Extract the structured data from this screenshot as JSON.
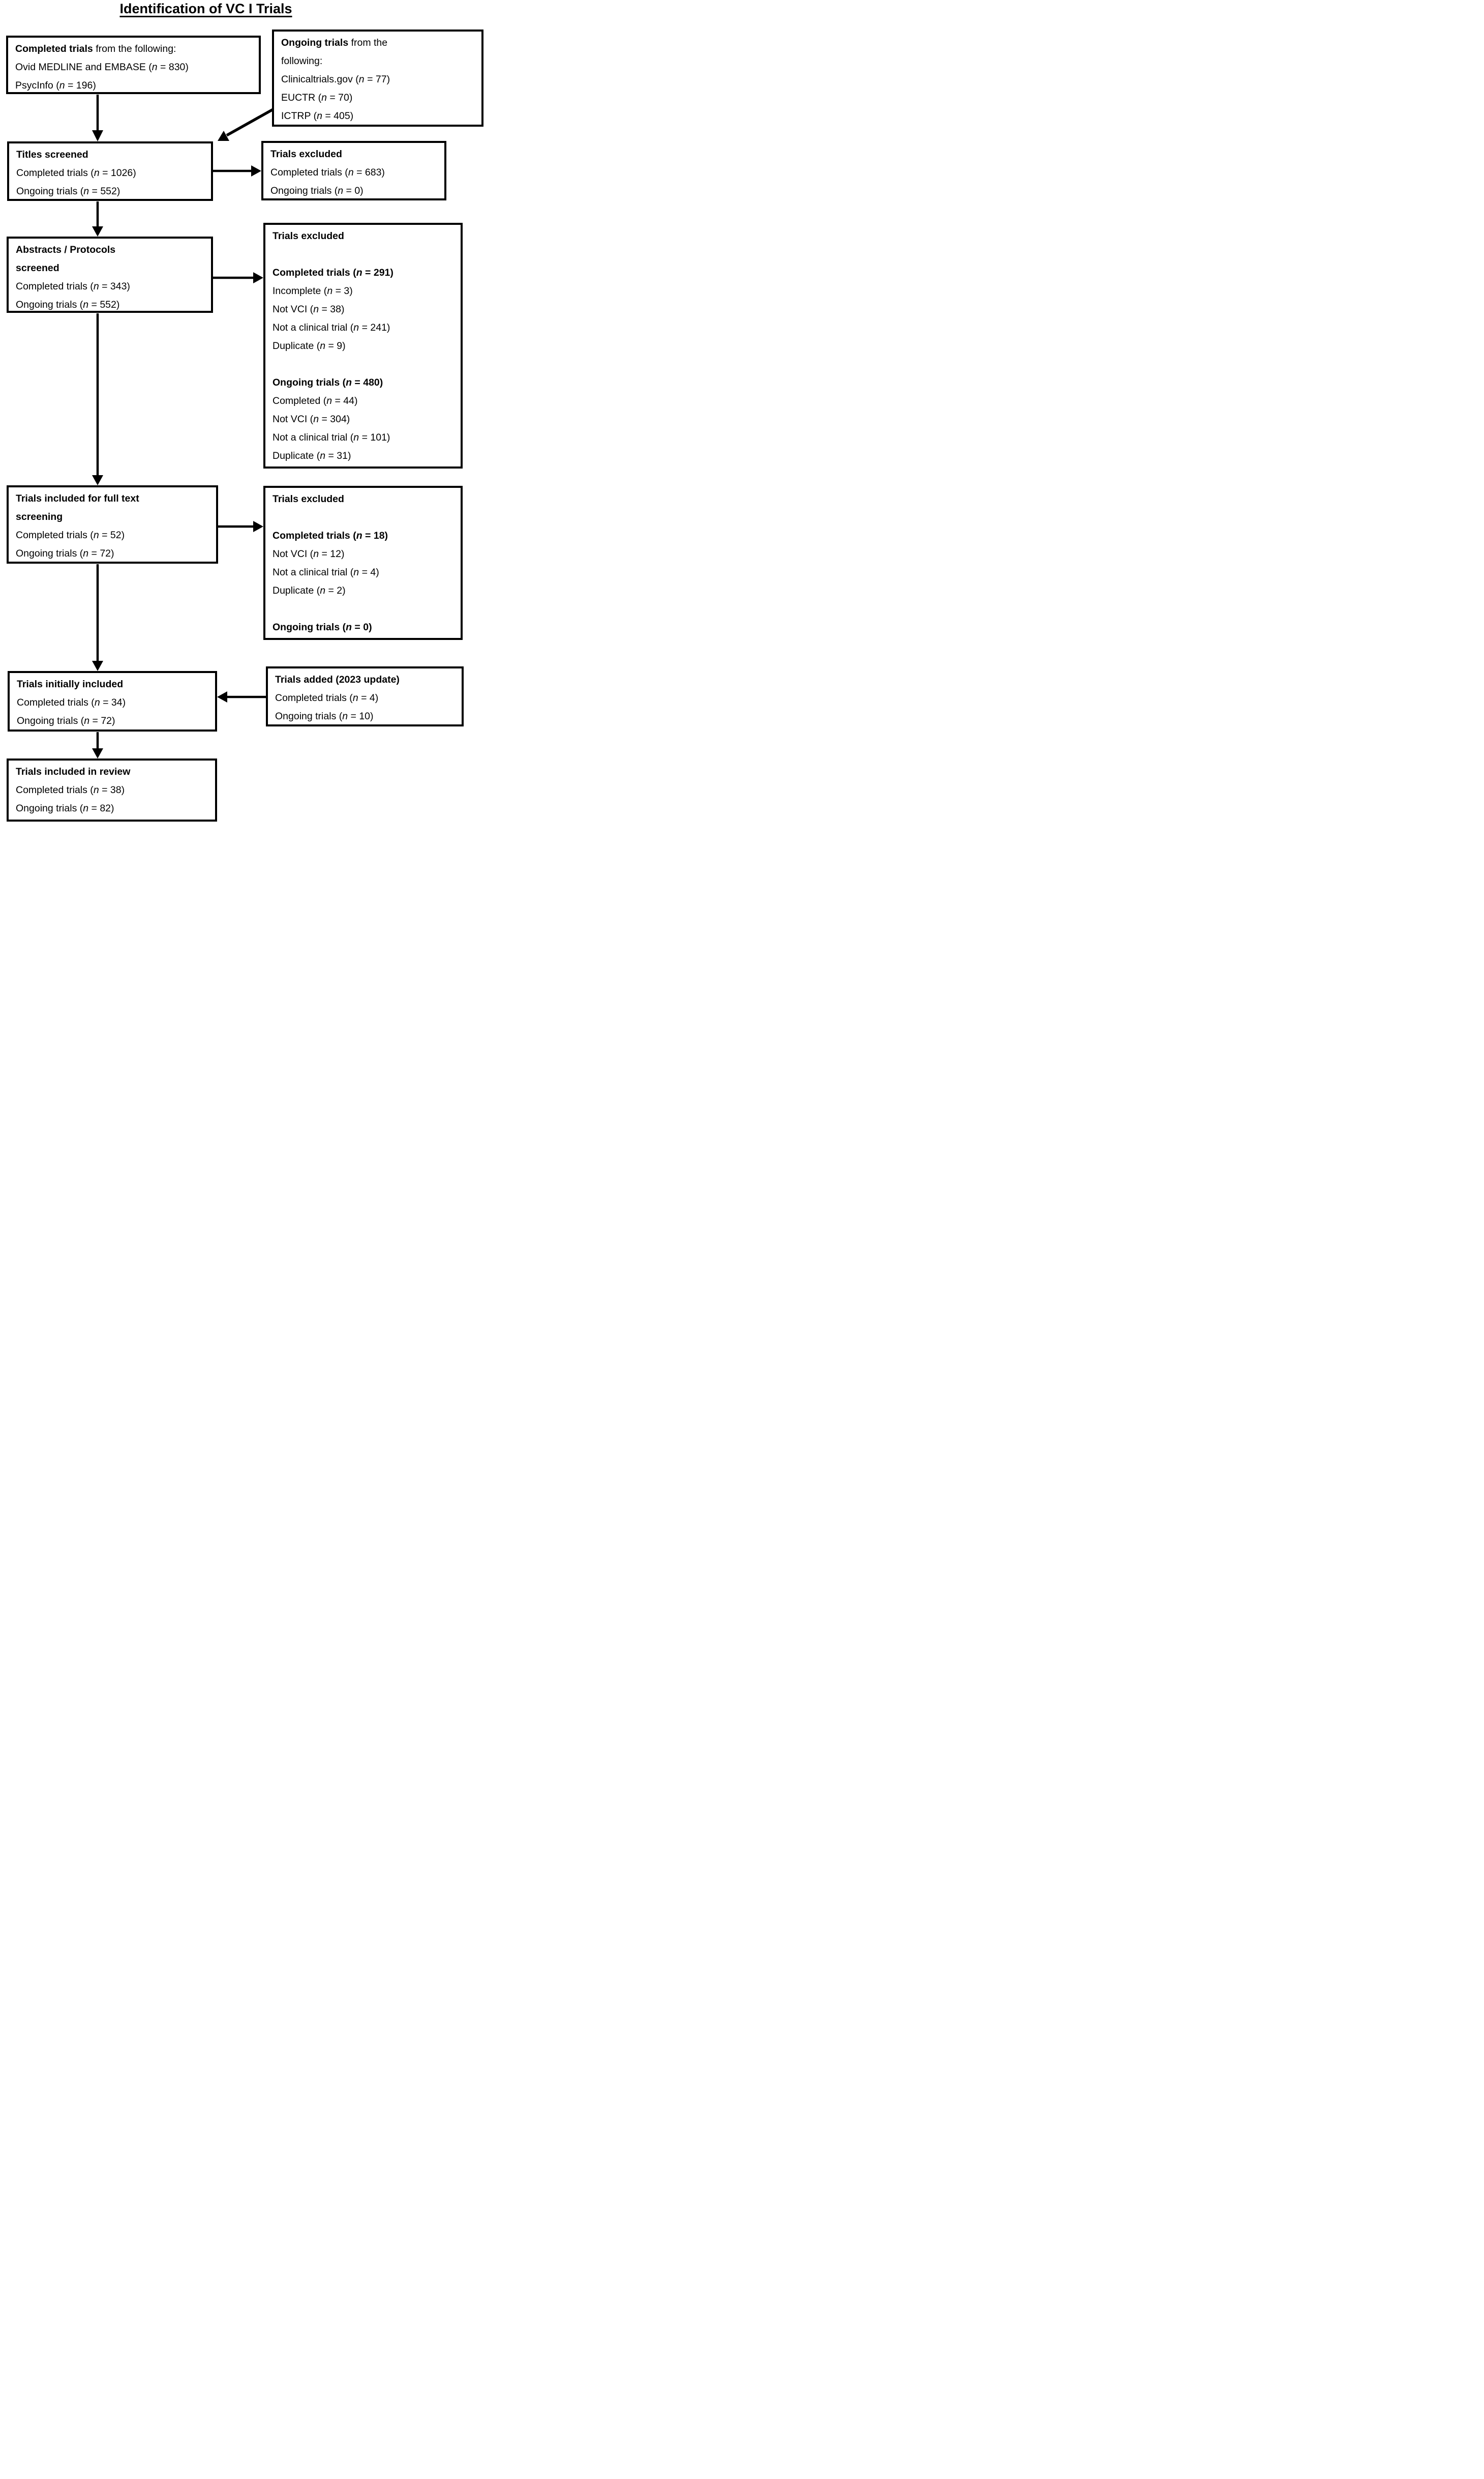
{
  "title": "Identification of VC I Trials",
  "boxes": [
    {
      "name": "source-completed",
      "lines": [
        "**Completed trials** from the following:",
        "Ovid MEDLINE and EMBASE (n = 830)",
        "PsycInfo (n = 196)"
      ]
    },
    {
      "name": "source-ongoing",
      "lines": [
        "**Ongoing trials** from the",
        "following:",
        "Clinicaltrials.gov (n = 77)",
        "EUCTR (n = 70)",
        "ICTRP (n = 405)"
      ]
    },
    {
      "name": "titles-screened",
      "lines": [
        "**Titles screened**",
        "Completed trials (n = 1026)",
        "Ongoing trials (n = 552)"
      ]
    },
    {
      "name": "excluded-titles",
      "lines": [
        "**Trials excluded**",
        "Completed trials (n = 683)",
        "Ongoing trials (n = 0)"
      ]
    },
    {
      "name": "abstracts-screened",
      "lines": [
        "**Abstracts / Protocols**",
        "**screened**",
        "Completed trials (n = 343)",
        "Ongoing trials (n = 552)"
      ]
    },
    {
      "name": "excluded-abstracts",
      "lines": [
        "**Trials excluded**",
        "",
        "**Completed trials (n = 291)**",
        "Incomplete (n = 3)",
        "Not VCI (n = 38)",
        "Not a clinical trial (n = 241)",
        "Duplicate (n = 9)",
        "",
        "**Ongoing trials (n = 480)**",
        "Completed (n = 44)",
        "Not VCI (n = 304)",
        "Not a clinical trial (n = 101)",
        "Duplicate (n = 31)"
      ]
    },
    {
      "name": "fulltext-screening",
      "lines": [
        "**Trials included for full text**",
        "**screening**",
        "Completed trials (n = 52)",
        "Ongoing trials (n = 72)"
      ]
    },
    {
      "name": "excluded-fulltext",
      "lines": [
        "**Trials excluded**",
        "",
        "**Completed trials (n = 18)**",
        "Not VCI (n = 12)",
        "Not a clinical trial (n = 4)",
        "Duplicate (n = 2)",
        "",
        "**Ongoing trials (n = 0)**"
      ]
    },
    {
      "name": "initially-included",
      "lines": [
        "**Trials initially included**",
        "Completed trials (n = 34)",
        "Ongoing trials (n = 72)"
      ]
    },
    {
      "name": "added-2023",
      "lines": [
        "**Trials added (2023 update)**",
        "Completed trials (n = 4)",
        "Ongoing trials (n = 10)"
      ]
    },
    {
      "name": "included-review",
      "lines": [
        "**Trials included in review**",
        "Completed trials (n = 38)",
        "Ongoing trials (n = 82)"
      ]
    }
  ],
  "colors": {
    "ink": "#000000",
    "background": "#ffffff"
  }
}
